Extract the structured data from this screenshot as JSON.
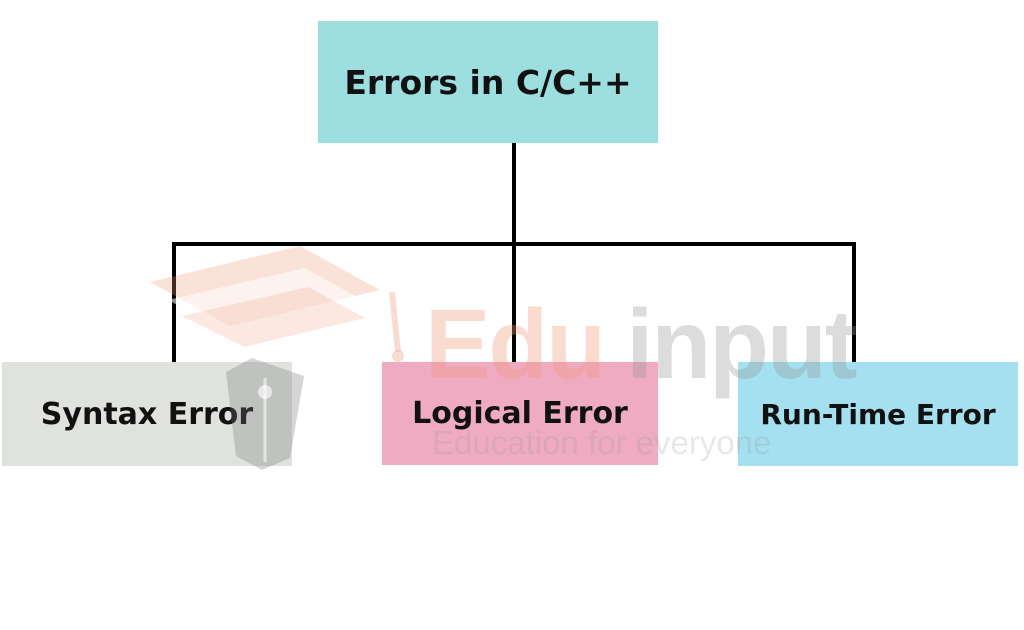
{
  "diagram": {
    "root": {
      "label": "Errors in C/C++",
      "color": "#9ddede"
    },
    "children": [
      {
        "label": "Syntax Error",
        "color": "#dfe2dd"
      },
      {
        "label": "Logical Error",
        "color": "#efabc2"
      },
      {
        "label": "Run-Time Error",
        "color": "#a5e0f0"
      }
    ],
    "connector_color": "#000000"
  },
  "watermark": {
    "brand_part1": "Edu",
    "brand_part2": "input",
    "tagline": "Education for everyone",
    "brand_colors": [
      "#ee9878",
      "#969696"
    ]
  }
}
